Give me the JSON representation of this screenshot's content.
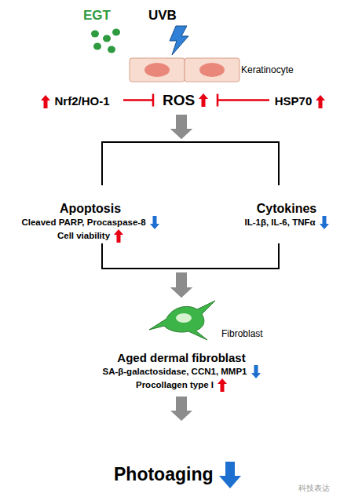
{
  "diagram": {
    "nodes": [
      {
        "text": [
          "Nrf2/HO-1"
        ]
      },
      {
        "text": [
          "ROS"
        ]
      },
      {
        "text": [
          "HSP70"
        ]
      },
      {
        "text": [
          "Apoptosis",
          "Cleaved PARP, Procaspase-8",
          "Cell viability"
        ]
      },
      {
        "text": [
          "Cytokines",
          "IL-1β, IL-6, TNFα"
        ]
      },
      {
        "text": [
          "Aged dermal fibroblast",
          "SA-β-galactosidase, CCN1, MMP1",
          "Procollagen type I"
        ]
      },
      {
        "text": [
          "Photoaging"
        ]
      }
    ],
    "edges": [
      {
        "from": 0,
        "to": 1,
        "arrow": "to"
      },
      {
        "from": 2,
        "to": 1,
        "arrow": "to"
      },
      {
        "from": 1,
        "to": 3,
        "arrow": "to"
      },
      {
        "from": 1,
        "to": 4,
        "arrow": "to"
      },
      {
        "from": 3,
        "to": 5,
        "arrow": "to"
      },
      {
        "from": 4,
        "to": 5,
        "arrow": "to"
      },
      {
        "from": 5,
        "to": 6,
        "arrow": "to"
      }
    ],
    "labels": [
      "EGT",
      "UVB",
      "Keratinocyte",
      "Fibroblast",
      "科技表达"
    ]
  }
}
